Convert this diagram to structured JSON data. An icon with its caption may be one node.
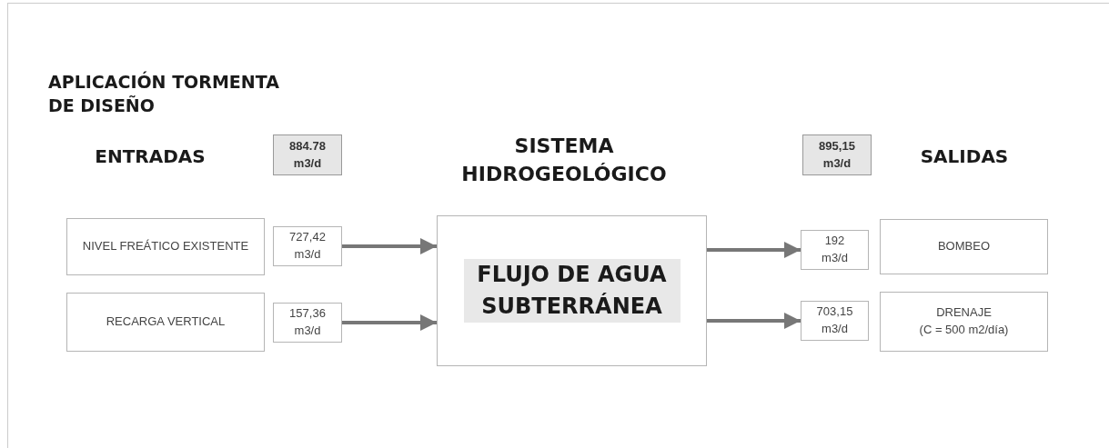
{
  "diagram": {
    "title": "APLICACIÓN TORMENTA DE DISEÑO",
    "nodes": [
      {
        "text": [
          "884.78 m3/d"
        ]
      },
      {
        "text": [
          "895,15 m3/d"
        ]
      },
      {
        "text": [
          "NIVEL FREÁTICO EXISTENTE"
        ]
      },
      {
        "text": [
          "727,42 m3/d"
        ]
      },
      {
        "text": [
          "FLUJO DE AGUA SUBTERRÁNEA"
        ]
      },
      {
        "text": [
          "192 m3/d"
        ]
      },
      {
        "text": [
          "BOMBEO"
        ]
      },
      {
        "text": [
          "RECARGA VERTICAL"
        ]
      },
      {
        "text": [
          "157,36 m3/d"
        ]
      },
      {
        "text": [
          "703,15 m3/d"
        ]
      },
      {
        "text": [
          "DRENAJE",
          "(C = 500 m2/día)"
        ]
      }
    ],
    "edges": [
      {
        "from": 3,
        "to": 4,
        "arrow": "to"
      },
      {
        "from": 8,
        "to": 4,
        "arrow": "to"
      },
      {
        "from": 4,
        "to": 5,
        "arrow": "to"
      },
      {
        "from": 4,
        "to": 9,
        "arrow": "to"
      }
    ],
    "labels": [
      "ENTRADAS",
      "SISTEMA HIDROGEOLÓGICO",
      "SALIDAS"
    ]
  }
}
